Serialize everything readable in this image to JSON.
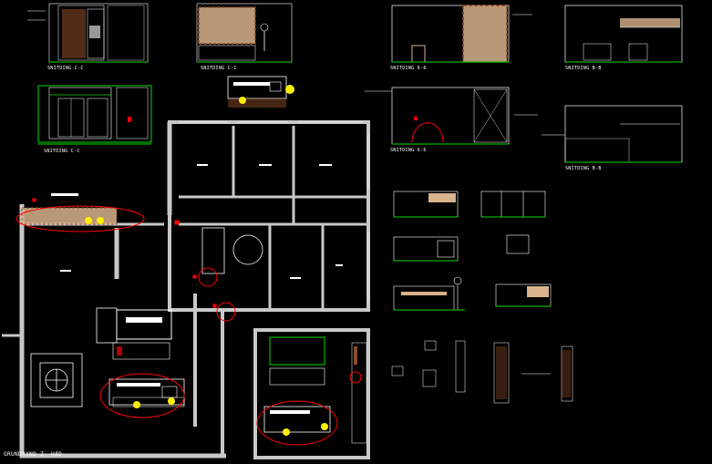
{
  "drawing": {
    "background": "#000000",
    "colors": {
      "wall": "#c8c8c8",
      "line": "#ffffff",
      "dimension": "#00dd00",
      "annotation": "#ff0000",
      "wood": "#8b4a2a",
      "wood_light": "#d9b38c",
      "fixture": "#ffee00",
      "hatch": "#ffffff"
    },
    "plan_title": "GRUNDRYND Z. HÆD",
    "section_labels": {
      "s1": "SNITDING C-C",
      "s2": "SNITDING C-C",
      "s3": "SNITDING C-C",
      "s4": "SNITDING 6-6",
      "s5": "SNITDING 6-6",
      "s6": "SNITDING B-B",
      "s7": "SNITDING B-B"
    }
  }
}
